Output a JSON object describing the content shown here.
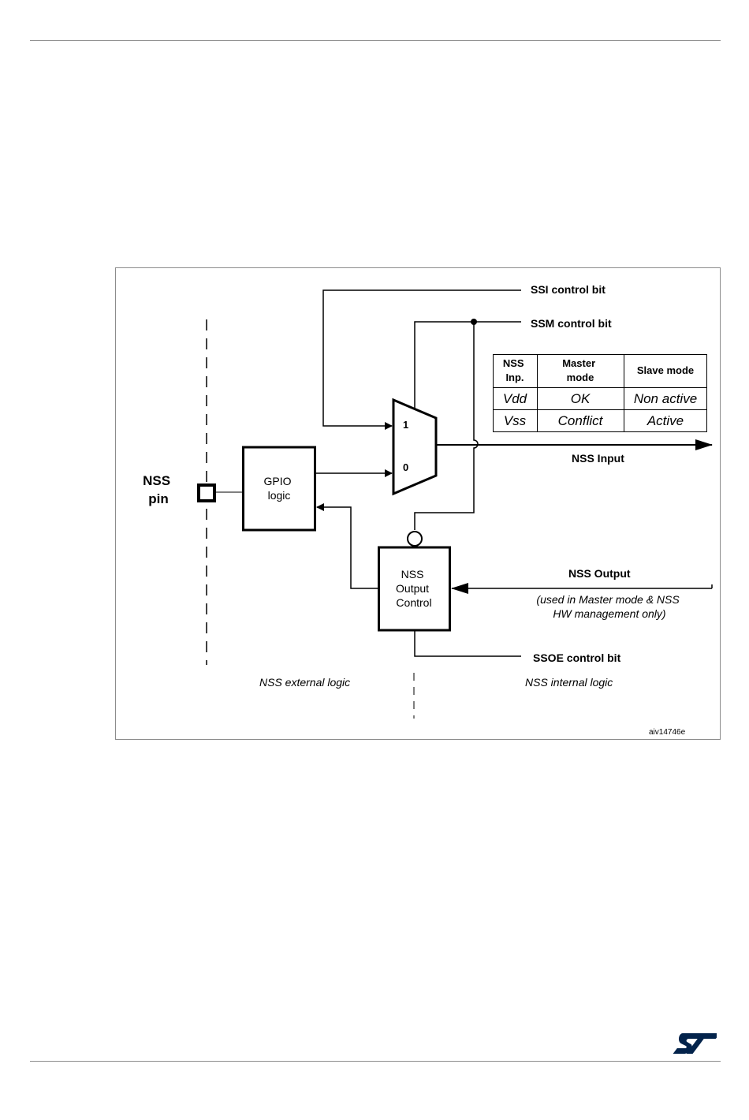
{
  "diagram": {
    "nss_pin": [
      "NSS",
      "pin"
    ],
    "gpio_logic": [
      "GPIO",
      "logic"
    ],
    "mux_input_1": "1",
    "mux_input_0": "0",
    "nss_output_control": [
      "NSS",
      "Output",
      "Control"
    ],
    "ssi_control_bit": "SSI control bit",
    "ssm_control_bit": "SSM control bit",
    "nss_input": "NSS Input",
    "nss_output": "NSS Output",
    "nss_output_note": [
      "(used in Master mode & NSS",
      "HW management only)"
    ],
    "ssoe_control_bit": "SSOE control bit",
    "external_logic": "NSS external logic",
    "internal_logic": "NSS internal logic",
    "figure_id": "aiv14746e",
    "table": {
      "headers": [
        [
          "NSS",
          "Inp."
        ],
        [
          "Master",
          "mode"
        ],
        [
          "Slave mode"
        ]
      ],
      "rows": [
        [
          "Vdd",
          "OK",
          "Non active"
        ],
        [
          "Vss",
          "Conflict",
          "Active"
        ]
      ]
    }
  },
  "logo": {
    "name": "st-logo",
    "text": "ST",
    "color": "#03234b"
  }
}
